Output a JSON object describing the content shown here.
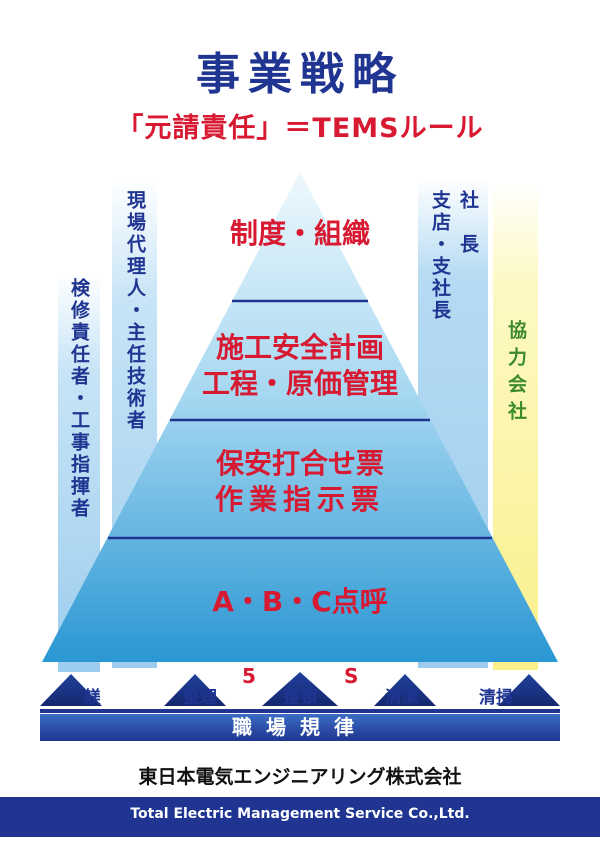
{
  "header": {
    "title": "事業戦略",
    "subtitle": "「元請責任」＝TEMSルール"
  },
  "left_labels": {
    "inner": "現場代理人・主任技術者",
    "outer": "検修責任者・工事指揮者"
  },
  "right_labels": {
    "president": "社　長",
    "branch": "支店・支社長",
    "partners": "協力会社"
  },
  "pyramid": {
    "layers": [
      {
        "lines": [
          "制度・組織"
        ]
      },
      {
        "lines": [
          "施工安全計画",
          "工程・原価管理"
        ]
      },
      {
        "lines": [
          "保安打合せ票",
          "作業指示票"
        ]
      },
      {
        "lines": [
          "A・B・C点呼"
        ]
      }
    ]
  },
  "five_s": {
    "label_5": "5",
    "label_s": "S",
    "items": [
      "躾",
      "整理",
      "整頓",
      "清潔",
      "清掃"
    ]
  },
  "foundation": {
    "label": "職場規律"
  },
  "company": {
    "name_jp": "東日本電気エンジニアリング株式会社",
    "name_en": "Total Electric Management Service Co.,Ltd."
  },
  "colors": {
    "navy": "#1f3591",
    "red": "#d71a32",
    "pyramid_top": "#e4f4fb",
    "pyramid_bottom": "#2c9fd8",
    "pillar_blue": "#a7d3ef",
    "pillar_yellow": "#fbf59e"
  }
}
